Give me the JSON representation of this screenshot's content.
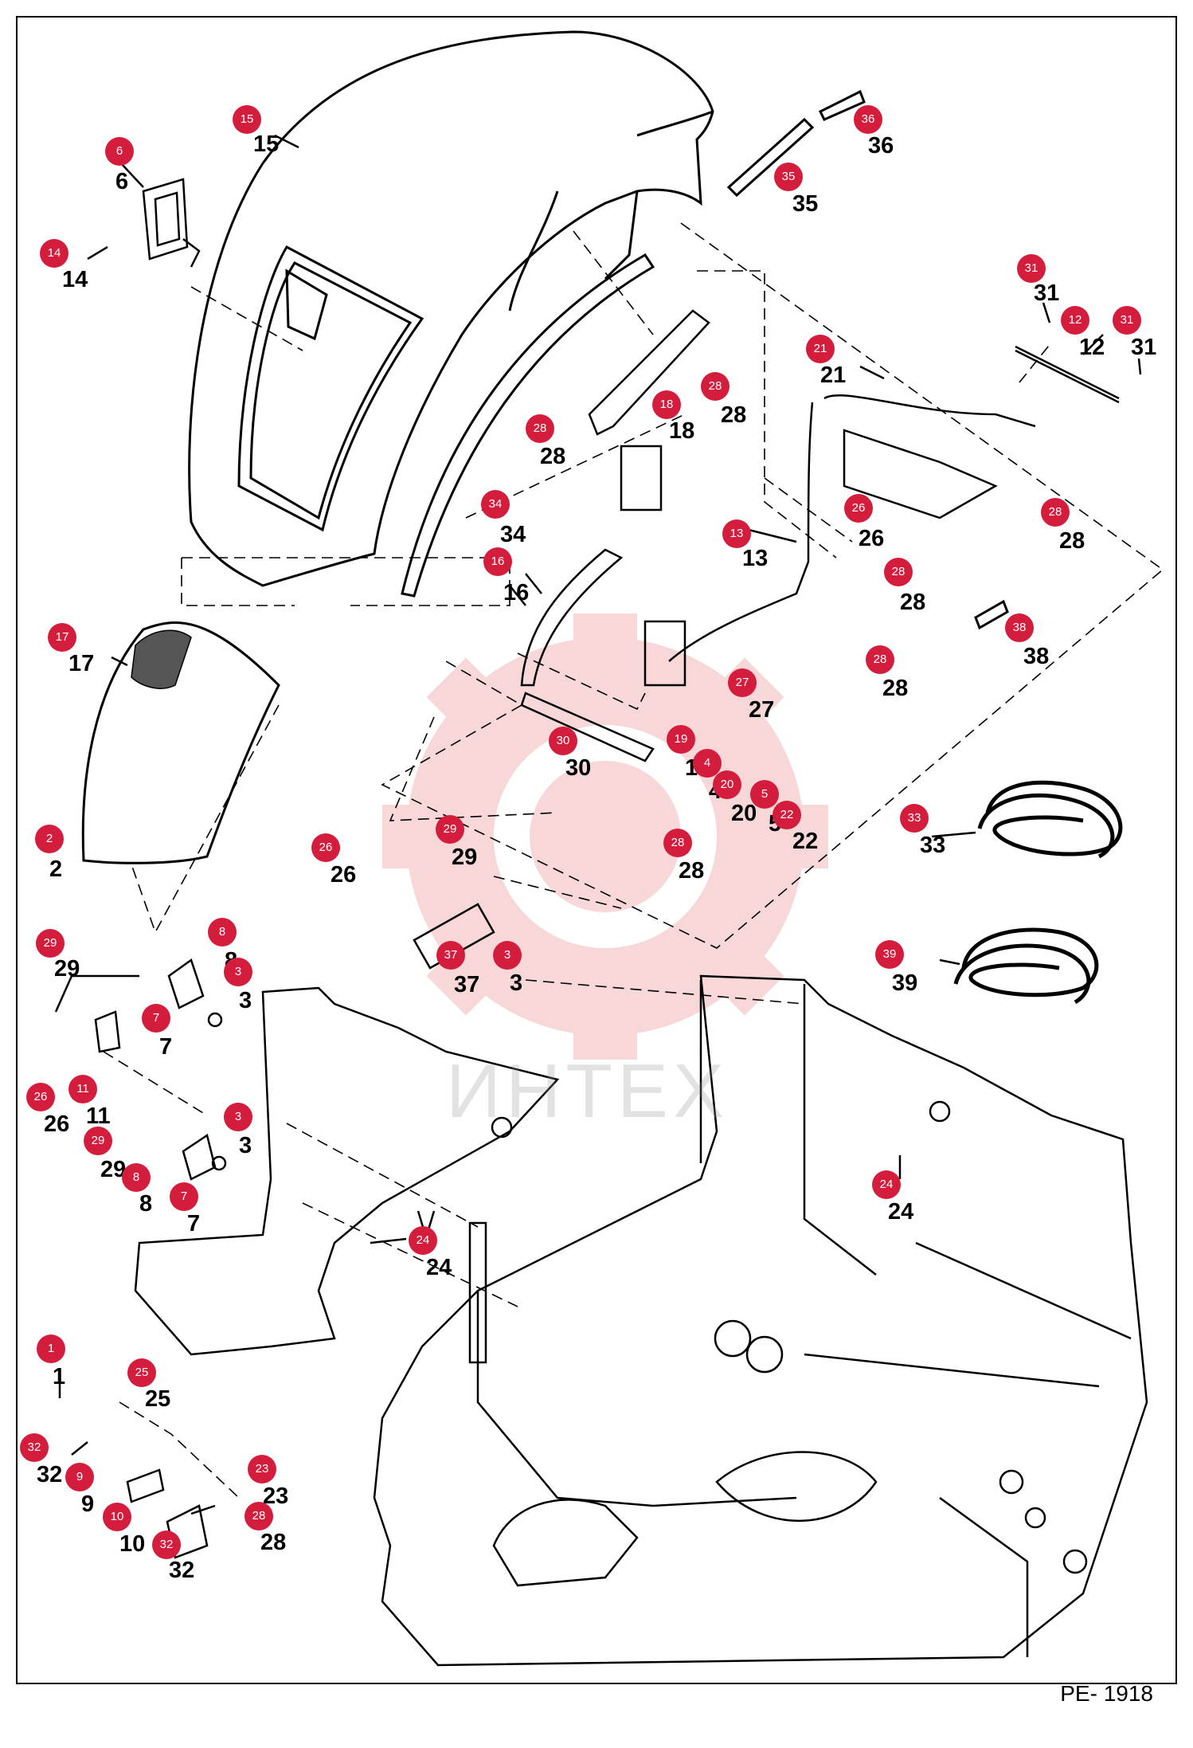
{
  "drawing_code": "PE- 1918",
  "watermark": "ИНТЕХ",
  "colors": {
    "callout_fill": "#d41c3c",
    "callout_text": "#ffffff",
    "line": "#000000",
    "watermark_red": "#f2b8b8",
    "watermark_text": "#bdbdbd"
  },
  "parts": [
    {
      "id": "p15",
      "number": "15"
    },
    {
      "id": "p6",
      "number": "6"
    },
    {
      "id": "p14",
      "number": "14"
    },
    {
      "id": "p36",
      "number": "36"
    },
    {
      "id": "p35",
      "number": "35"
    },
    {
      "id": "p31a",
      "number": "31"
    },
    {
      "id": "p12",
      "number": "12"
    },
    {
      "id": "p31b",
      "number": "31"
    },
    {
      "id": "p21",
      "number": "21"
    },
    {
      "id": "p28a",
      "number": "28"
    },
    {
      "id": "p18",
      "number": "18"
    },
    {
      "id": "p28b",
      "number": "28"
    },
    {
      "id": "p34",
      "number": "34"
    },
    {
      "id": "p26a",
      "number": "26"
    },
    {
      "id": "p28c",
      "number": "28"
    },
    {
      "id": "p13",
      "number": "13"
    },
    {
      "id": "p16",
      "number": "16"
    },
    {
      "id": "p28d",
      "number": "28"
    },
    {
      "id": "p17",
      "number": "17"
    },
    {
      "id": "p38",
      "number": "38"
    },
    {
      "id": "p28e",
      "number": "28"
    },
    {
      "id": "p27",
      "number": "27"
    },
    {
      "id": "p30",
      "number": "30"
    },
    {
      "id": "p19",
      "number": "19"
    },
    {
      "id": "p4",
      "number": "4"
    },
    {
      "id": "p20",
      "number": "20"
    },
    {
      "id": "p5",
      "number": "5"
    },
    {
      "id": "p22",
      "number": "22"
    },
    {
      "id": "p28f",
      "number": "28"
    },
    {
      "id": "p33",
      "number": "33"
    },
    {
      "id": "p2",
      "number": "2"
    },
    {
      "id": "p29a",
      "number": "29"
    },
    {
      "id": "p26b",
      "number": "26"
    },
    {
      "id": "p37",
      "number": "37"
    },
    {
      "id": "p3a",
      "number": "3"
    },
    {
      "id": "p39",
      "number": "39"
    },
    {
      "id": "p29b",
      "number": "29"
    },
    {
      "id": "p8a",
      "number": "8"
    },
    {
      "id": "p3b",
      "number": "3"
    },
    {
      "id": "p7a",
      "number": "7"
    },
    {
      "id": "p26c",
      "number": "26"
    },
    {
      "id": "p11",
      "number": "11"
    },
    {
      "id": "p3c",
      "number": "3"
    },
    {
      "id": "p29c",
      "number": "29"
    },
    {
      "id": "p8b",
      "number": "8"
    },
    {
      "id": "p7b",
      "number": "7"
    },
    {
      "id": "p24a",
      "number": "24"
    },
    {
      "id": "p24b",
      "number": "24"
    },
    {
      "id": "p1",
      "number": "1"
    },
    {
      "id": "p25",
      "number": "25"
    },
    {
      "id": "p32a",
      "number": "32"
    },
    {
      "id": "p23",
      "number": "23"
    },
    {
      "id": "p9",
      "number": "9"
    },
    {
      "id": "p10",
      "number": "10"
    },
    {
      "id": "p28g",
      "number": "28"
    },
    {
      "id": "p32b",
      "number": "32"
    }
  ]
}
